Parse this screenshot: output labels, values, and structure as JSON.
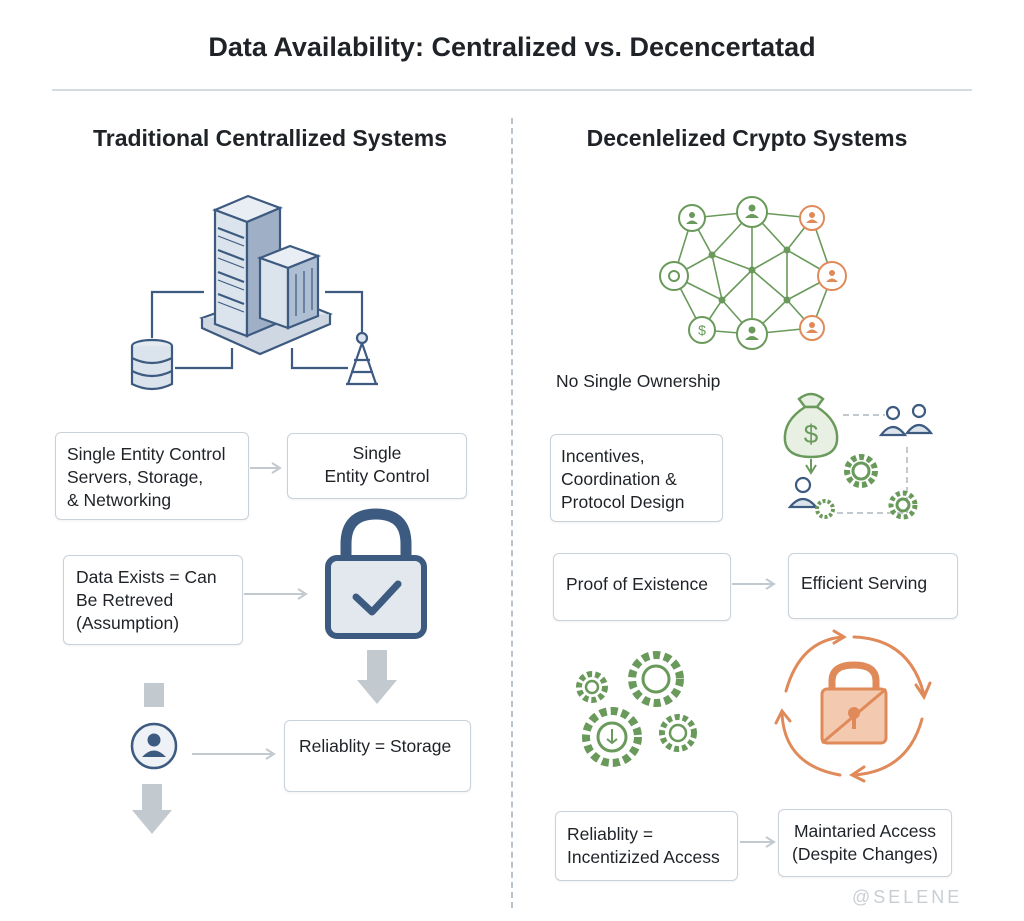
{
  "title": "Data Availability: Centralized vs. Decencertatad",
  "left": {
    "heading": "Traditional Centrallized Systems",
    "box1": "Single Entity Control\nServers, Storage,\n& Networking",
    "box2": "Single\nEntity Control",
    "box3": "Data Exists = Can\nBe Retreved\n(Assumption)",
    "box4": "Reliablity = Storage"
  },
  "right": {
    "heading": "Decenlelized Crypto Systems",
    "note": "No Single Ownership",
    "box1": "Incentives,\nCoordination &\nProtocol Design",
    "box2": "Proof of Existence",
    "box3": "Efficient Serving",
    "box4": "Reliablity =\nIncentizized Access",
    "box5": "Maintaried Access\n(Despite Changes)"
  },
  "watermark": "@SELENE",
  "colors": {
    "navy": "#3d5a80",
    "green": "#6a9a5b",
    "orange": "#e08a5a",
    "gray_arrow": "#c2c9cf"
  }
}
